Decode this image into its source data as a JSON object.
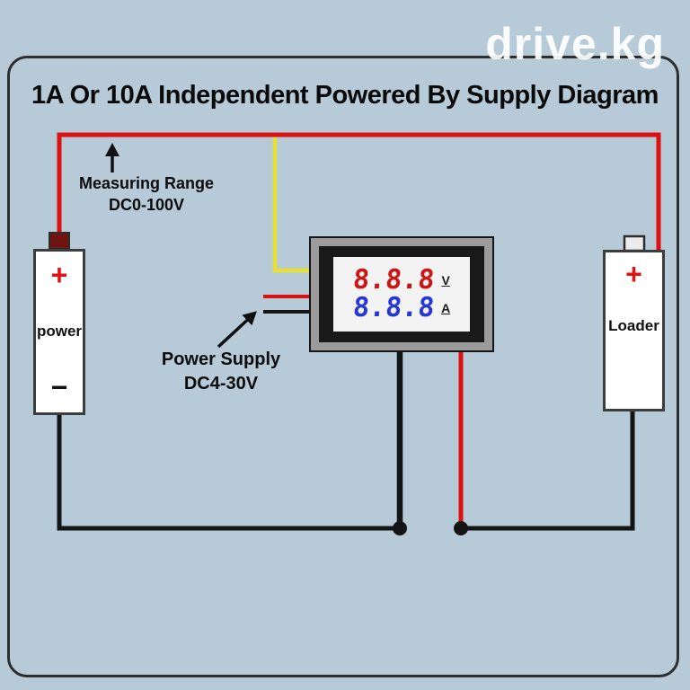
{
  "page": {
    "title": "1A Or 10A Independent Powered By Supply Diagram",
    "watermark": "drive.kg"
  },
  "annotations": {
    "measuring_range_line1": "Measuring Range",
    "measuring_range_line2": "DC0-100V",
    "power_supply_line1": "Power Supply",
    "power_supply_line2": "DC4-30V"
  },
  "power_box": {
    "plus": "+",
    "label": "power",
    "minus": "−"
  },
  "loader_box": {
    "plus": "+",
    "label": "Loader"
  },
  "meter": {
    "volt_value": "8.8.8",
    "volt_unit": "V",
    "amp_value": "8.8.8",
    "amp_unit": "A"
  },
  "colors": {
    "background": "#b6cad7",
    "wire_red": "#dd1111",
    "wire_yellow": "#e9df2e",
    "wire_black": "#141414",
    "digit_red": "#cf1212",
    "digit_blue": "#2637d8"
  }
}
